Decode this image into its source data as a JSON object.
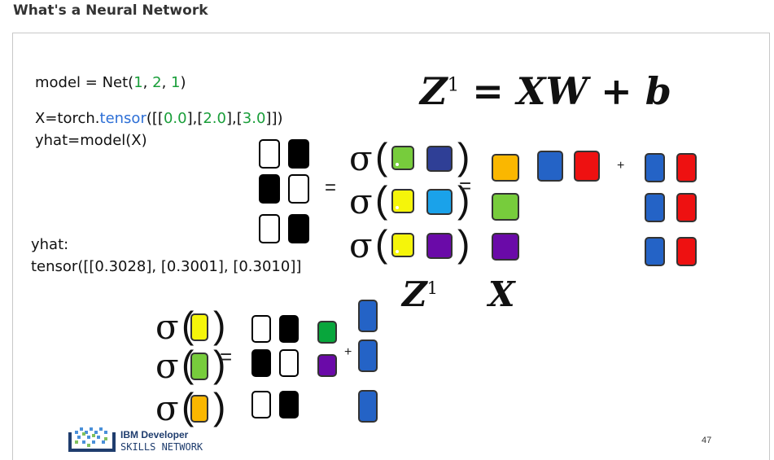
{
  "heading": "What's a Neural Network",
  "code": {
    "line1": {
      "a": "model = Net(",
      "n1": "1",
      "c1": ", ",
      "n2": "2",
      "c2": ", ",
      "n3": "1",
      "e": ")"
    },
    "line2": {
      "a": "X=torch.",
      "fn": "tensor",
      "b": "([[",
      "v1": "0.0",
      "c1": "],[",
      "v2": "2.0",
      "c2": "],[",
      "v3": "3.0",
      "e": "]])"
    },
    "line3": "yhat=model(X)",
    "out_label": "yhat:",
    "out_value": "tensor([[0.3028], [0.3001], [0.3010]]"
  },
  "equation": {
    "z": "Z",
    "sup": "1",
    "rest": " = XW + b"
  },
  "labels": {
    "z": "Z",
    "z_sup": "1",
    "x": "X"
  },
  "symbols": {
    "sigma": "σ",
    "equals": "=",
    "plus": "+",
    "paren_open": "(",
    "paren_close": ")"
  },
  "page_number": "47",
  "logo": {
    "line1": "IBM Developer",
    "line2": "SKILLS NETWORK"
  },
  "colors": {
    "green": "#77cc3c",
    "navy": "#2f3f96",
    "yellow": "#f5f50a",
    "cyan": "#1aa2ea",
    "purple": "#6a0aa8",
    "orange": "#fab700",
    "blue": "#2463c6",
    "red": "#ee1111",
    "dark_green": "#08a63c",
    "black": "#000000"
  }
}
